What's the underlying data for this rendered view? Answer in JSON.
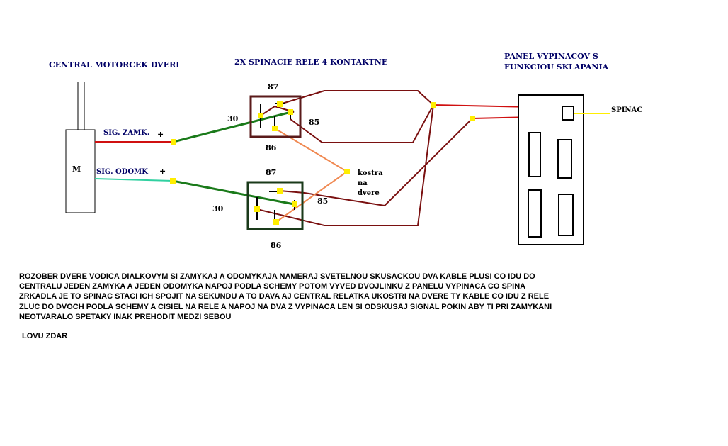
{
  "titles": {
    "motor": "CENTRAL MOTORCEK DVERI",
    "relays": "2X SPINACIE RELE 4 KONTAKTNE",
    "panel_line1": "PANEL VYPINACOV S",
    "panel_line2": "FUNKCIOU SKLAPANIA"
  },
  "motor": {
    "label": "M"
  },
  "signals": {
    "lock": "SIG. ZAMK.",
    "lock_sign": "+",
    "unlock": "SIG. ODOMK",
    "unlock_sign": "+"
  },
  "relay_top": {
    "pin87": "87",
    "pin30": "30",
    "pin85": "85",
    "pin86": "86"
  },
  "relay_bottom": {
    "pin87": "87",
    "pin30": "30",
    "pin85": "85",
    "pin86": "86"
  },
  "ground": {
    "line1": "kostra",
    "line2": "na",
    "line3": "dvere"
  },
  "switch_label": "SPINAC",
  "note_lines": [
    "ROZOBER DVERE VODICA DIALKOVYM SI ZAMYKAJ A ODOMYKAJA NAMERAJ SVETELNOU SKUSACKOU DVA KABLE PLUSI CO IDU DO",
    "CENTRALU JEDEN ZAMYKA A JEDEN ODOMYKA NAPOJ PODLA SCHEMY POTOM VYVED DVOJLINKU Z PANELU VYPINACA CO SPINA",
    "ZRKADLA JE TO SPINAC STACI ICH SPOJIT NA SEKUNDU A TO DAVA AJ CENTRAL RELATKA UKOSTRI NA DVERE TY KABLE CO IDU Z RELE",
    "ZLUC DO DVOCH PODLA SCHEMY A CISIEL NA RELE A NAPOJ NA DVA Z VYPINACA LEN SI ODSKUSAJ SIGNAL POKIN ABY TI PRI ZAMYKANI",
    "NEOTVARALO SPETAKY INAK PREHODIT MEDZI SEBOU"
  ],
  "signoff": "LOVU ZDAR",
  "colors": {
    "dark_red_wire": "#7a1010",
    "red_wire": "#d01010",
    "green_wire": "#1a7a1a",
    "cyan_wire": "#30d0a0",
    "orange_wire": "#f08850",
    "yellow_node": "#ffee00",
    "relay_border_top": "#5a1a1a",
    "relay_border_bottom": "#1a3a1a",
    "title_blue": "#000066"
  }
}
